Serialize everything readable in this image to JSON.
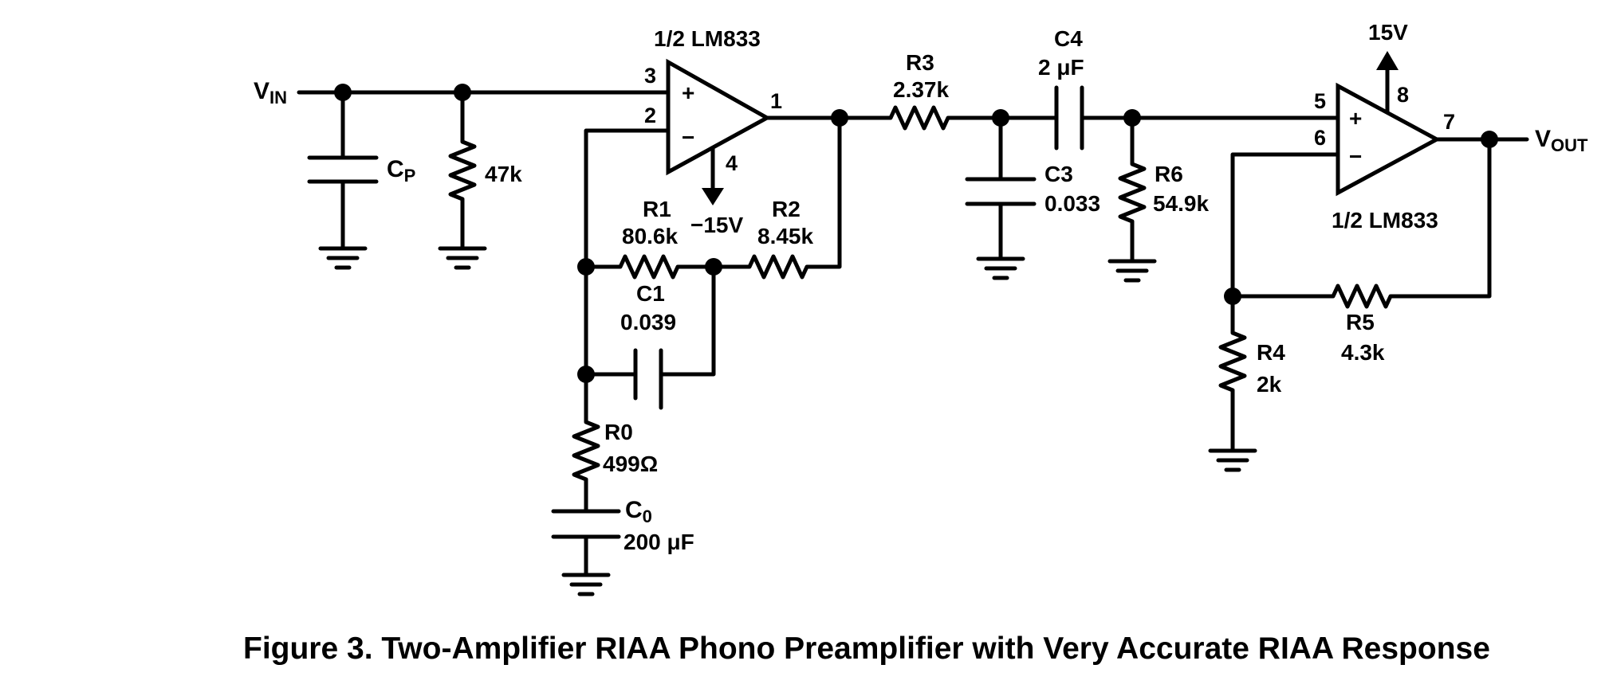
{
  "caption": "Figure 3. Two-Amplifier RIAA Phono Preamplifier with Very Accurate RIAA Response",
  "input": {
    "main": "V",
    "sub": "IN"
  },
  "output": {
    "main": "V",
    "sub": "OUT"
  },
  "opamp1": {
    "title": "1/2 LM833",
    "plus": "+",
    "minus": "−",
    "pin_noninv": "3",
    "pin_inv": "2",
    "pin_out": "1",
    "pin_supply": "4",
    "supply": "−15V"
  },
  "opamp2": {
    "title": "1/2 LM833",
    "plus": "+",
    "minus": "−",
    "pin_noninv": "5",
    "pin_inv": "6",
    "pin_out": "7",
    "pin_supply": "8",
    "supply": "15V"
  },
  "components": {
    "cp": {
      "main": "C",
      "sub": "P"
    },
    "r_in": {
      "value": "47k"
    },
    "r1": {
      "name": "R1",
      "value": "80.6k"
    },
    "r2": {
      "name": "R2",
      "value": "8.45k"
    },
    "c1": {
      "name": "C1",
      "value": "0.039"
    },
    "r0": {
      "name": "R0",
      "value": "499Ω"
    },
    "c0": {
      "main": "C",
      "sub": "0",
      "value": "200 μF"
    },
    "r3": {
      "name": "R3",
      "value": "2.37k"
    },
    "c3": {
      "name": "C3",
      "value": "0.033"
    },
    "c4": {
      "name": "C4",
      "value": "2 μF"
    },
    "r6": {
      "name": "R6",
      "value": "54.9k"
    },
    "r4": {
      "name": "R4",
      "value": "2k"
    },
    "r5": {
      "name": "R5",
      "value": "4.3k"
    }
  }
}
